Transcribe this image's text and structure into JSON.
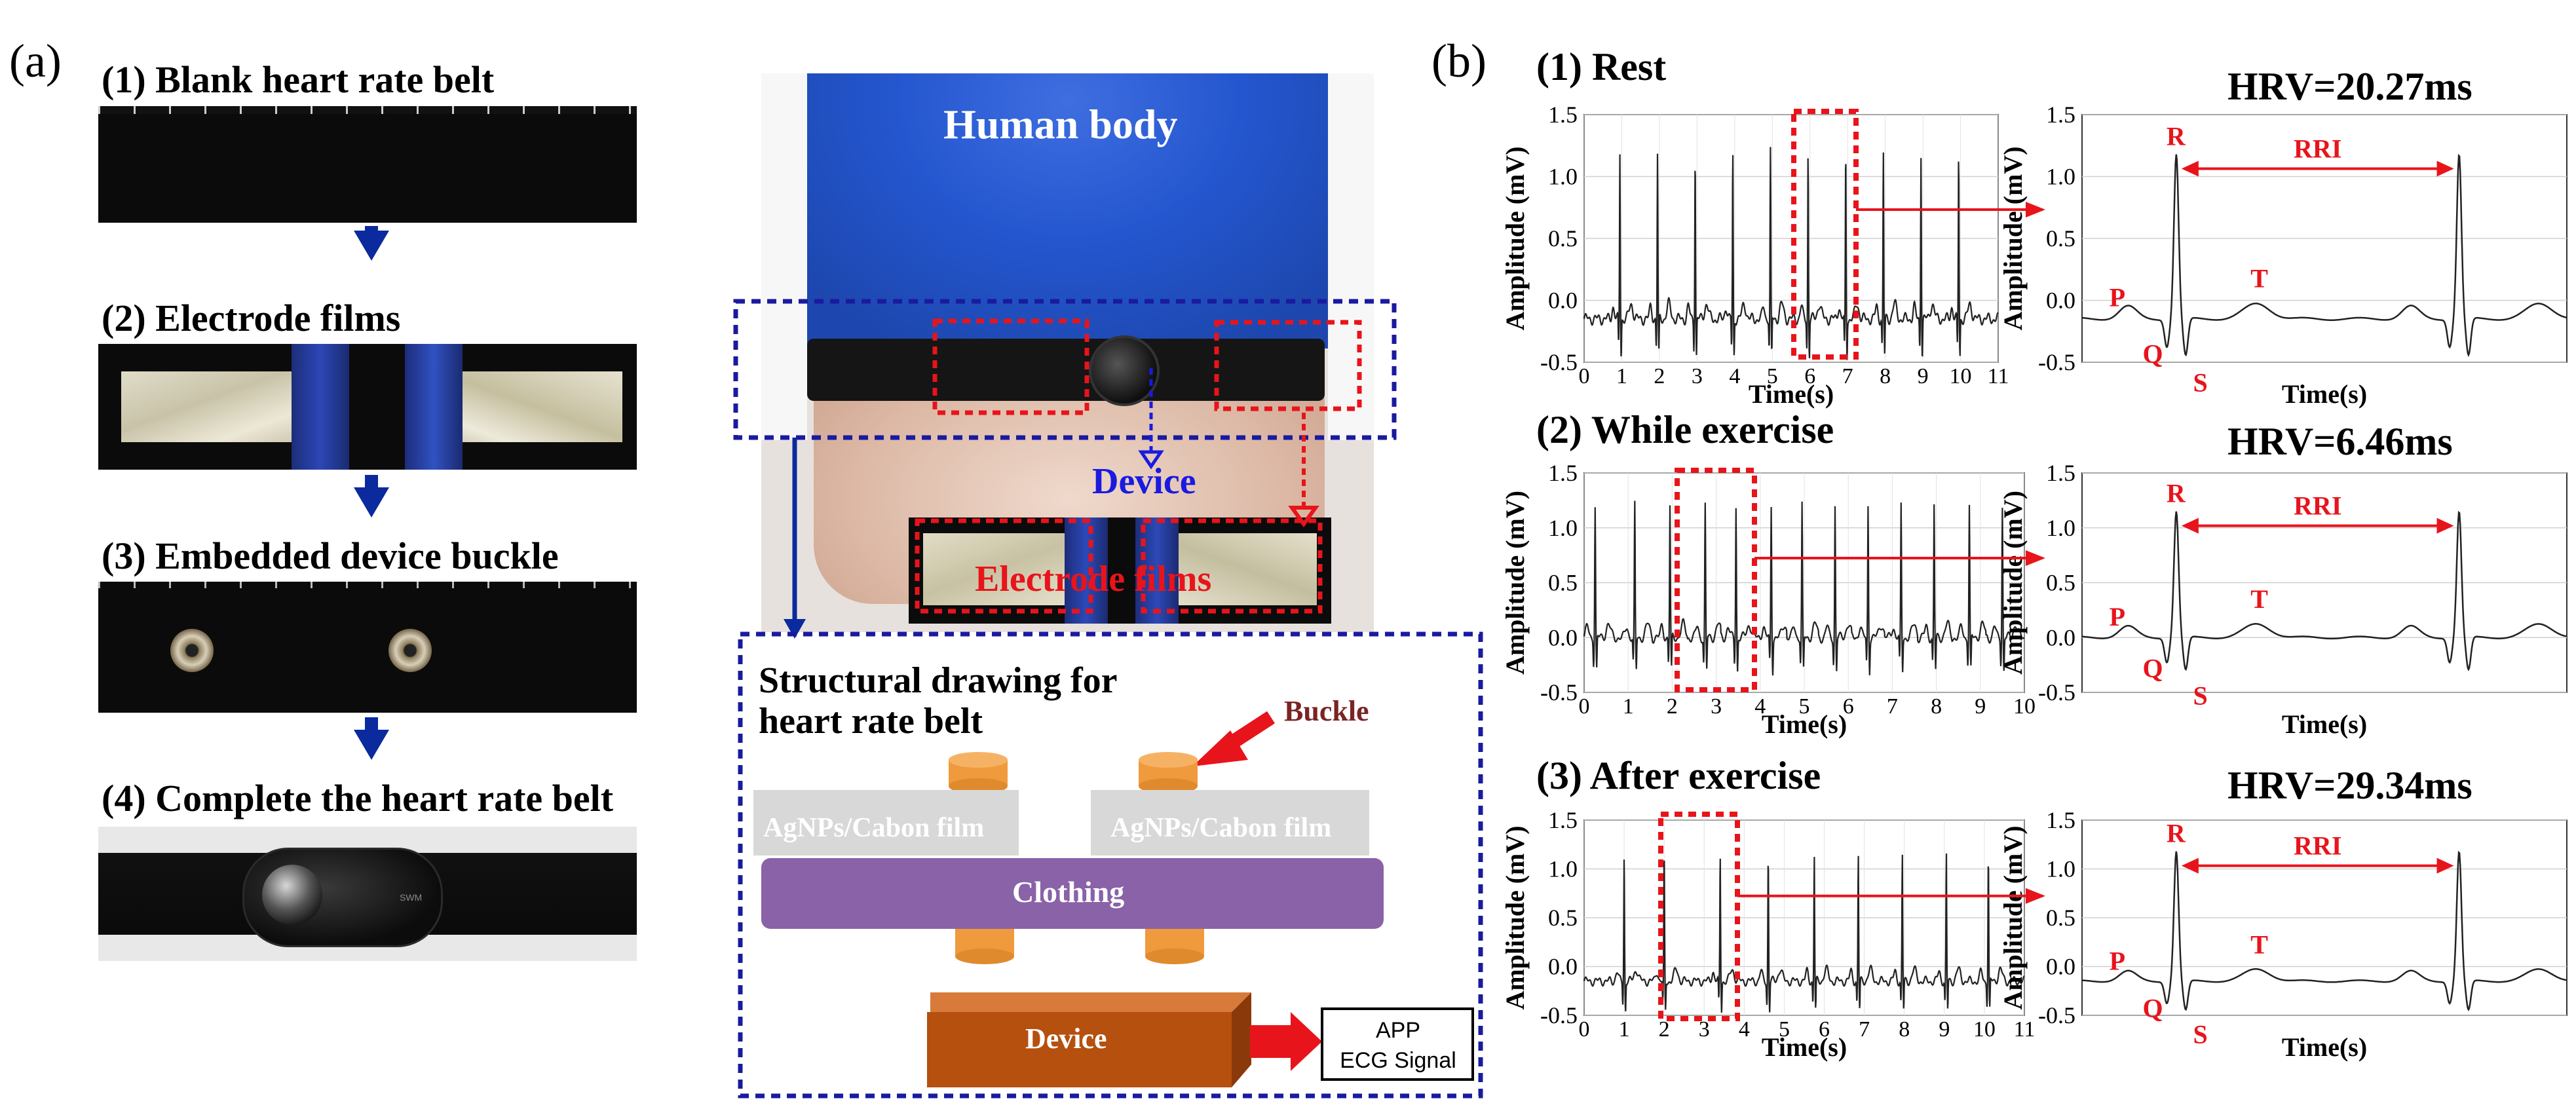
{
  "panel_a": {
    "label": "(a)",
    "steps": [
      {
        "title": "(1) Blank heart rate belt"
      },
      {
        "title": "(2) Electrode films"
      },
      {
        "title": "(3) Embedded device buckle"
      },
      {
        "title": "(4) Complete the heart rate belt"
      }
    ],
    "belt_brand": "SWM",
    "body_photo": {
      "human_body": "Human body",
      "device": "Device",
      "electrode_films": "Electrode films"
    },
    "structure": {
      "title_line1": "Structural drawing for",
      "title_line2": "heart rate belt",
      "buckle": "Buckle",
      "film_left": "AgNPs/Cabon film",
      "film_right": "AgNPs/Cabon film",
      "clothing": "Clothing",
      "device": "Device",
      "app_line1": "APP",
      "app_line2": "ECG Signal"
    },
    "colors": {
      "arrow_blue": "#0a2a9e",
      "dash_red": "#e8141b",
      "dash_blue": "#1a1aa0",
      "clothing": "#8a62a8",
      "device": "#b5500f",
      "buckle": "#f09a3e",
      "film": "#d8d8d8"
    }
  },
  "panel_b": {
    "label": "(b)",
    "rows": [
      {
        "title": "(1) Rest",
        "hrv": "HRV=20.27ms"
      },
      {
        "title": "(2) While exercise",
        "hrv": "HRV=6.46ms"
      },
      {
        "title": "(3) After exercise",
        "hrv": "HRV=29.34ms"
      }
    ]
  },
  "chart_data": [
    {
      "type": "line",
      "title": "(1) Rest",
      "xlabel": "Time(s)",
      "ylabel": "Amplitude (mV)",
      "xlim": [
        0,
        11
      ],
      "ylim": [
        -0.5,
        1.5
      ],
      "xticks": [
        "0",
        "1",
        "2",
        "3",
        "4",
        "5",
        "6",
        "7",
        "8",
        "9",
        "10",
        "11"
      ],
      "yticks": [
        "-0.5",
        "0.0",
        "0.5",
        "1.0",
        "1.5"
      ],
      "r_peak_times": [
        0.95,
        1.95,
        2.95,
        3.95,
        4.95,
        5.95,
        6.95,
        7.95,
        8.95,
        9.95
      ],
      "r_peak_amplitude": 1.2,
      "baseline": -0.15,
      "highlight_window": [
        5.6,
        7.0
      ]
    },
    {
      "type": "line",
      "title": "",
      "xlabel": "Time(s)",
      "ylabel": "Amplitude (mV)",
      "ylim": [
        -0.5,
        1.5
      ],
      "yticks": [
        "-0.5",
        "0.0",
        "0.5",
        "1.0",
        "1.5"
      ],
      "beat_labels": [
        "P",
        "Q",
        "R",
        "S",
        "T"
      ],
      "interval_label": "RRI",
      "r_peak_amplitude": 1.18,
      "baseline": -0.15
    },
    {
      "type": "line",
      "title": "(2) While exercise",
      "xlabel": "Time(s)",
      "ylabel": "Amplitude (mV)",
      "xlim": [
        0,
        10
      ],
      "ylim": [
        -0.5,
        1.5
      ],
      "xticks": [
        "0",
        "1",
        "2",
        "3",
        "4",
        "5",
        "6",
        "7",
        "8",
        "9",
        "10"
      ],
      "yticks": [
        "-0.5",
        "0.0",
        "0.5",
        "1.0",
        "1.5"
      ],
      "r_peak_times": [
        0.25,
        1.15,
        1.95,
        2.75,
        3.45,
        4.25,
        4.95,
        5.7,
        6.45,
        7.2,
        7.95,
        8.75,
        9.5
      ],
      "r_peak_amplitude": 1.2,
      "baseline": 0.0,
      "highlight_window": [
        1.95,
        3.6
      ]
    },
    {
      "type": "line",
      "title": "",
      "xlabel": "Time(s)",
      "ylabel": "Amplitude (mV)",
      "ylim": [
        -0.5,
        1.5
      ],
      "yticks": [
        "-0.5",
        "0.0",
        "0.5",
        "1.0",
        "1.5"
      ],
      "beat_labels": [
        "P",
        "Q",
        "R",
        "S",
        "T"
      ],
      "interval_label": "RRI",
      "r_peak_amplitude": 1.15,
      "baseline": 0.0
    },
    {
      "type": "line",
      "title": "(3) After exercise",
      "xlabel": "Time(s)",
      "ylabel": "Amplitude (mV)",
      "xlim": [
        0,
        11
      ],
      "ylim": [
        -0.5,
        1.5
      ],
      "xticks": [
        "0",
        "1",
        "2",
        "3",
        "4",
        "5",
        "6",
        "7",
        "8",
        "9",
        "10",
        "11"
      ],
      "yticks": [
        "-0.5",
        "0.0",
        "0.5",
        "1.0",
        "1.5"
      ],
      "r_peak_times": [
        1.0,
        2.0,
        3.4,
        4.6,
        5.75,
        6.85,
        7.95,
        9.05,
        10.1
      ],
      "r_peak_amplitude": 1.15,
      "baseline": -0.15,
      "highlight_window": [
        1.85,
        3.6
      ]
    },
    {
      "type": "line",
      "title": "",
      "xlabel": "Time(s)",
      "ylabel": "Amplitude (mV)",
      "ylim": [
        -0.5,
        1.5
      ],
      "yticks": [
        "-0.5",
        "0.0",
        "0.5",
        "1.0",
        "1.5"
      ],
      "beat_labels": [
        "P",
        "Q",
        "R",
        "S",
        "T"
      ],
      "interval_label": "RRI",
      "r_peak_amplitude": 1.18,
      "baseline": -0.15
    }
  ]
}
